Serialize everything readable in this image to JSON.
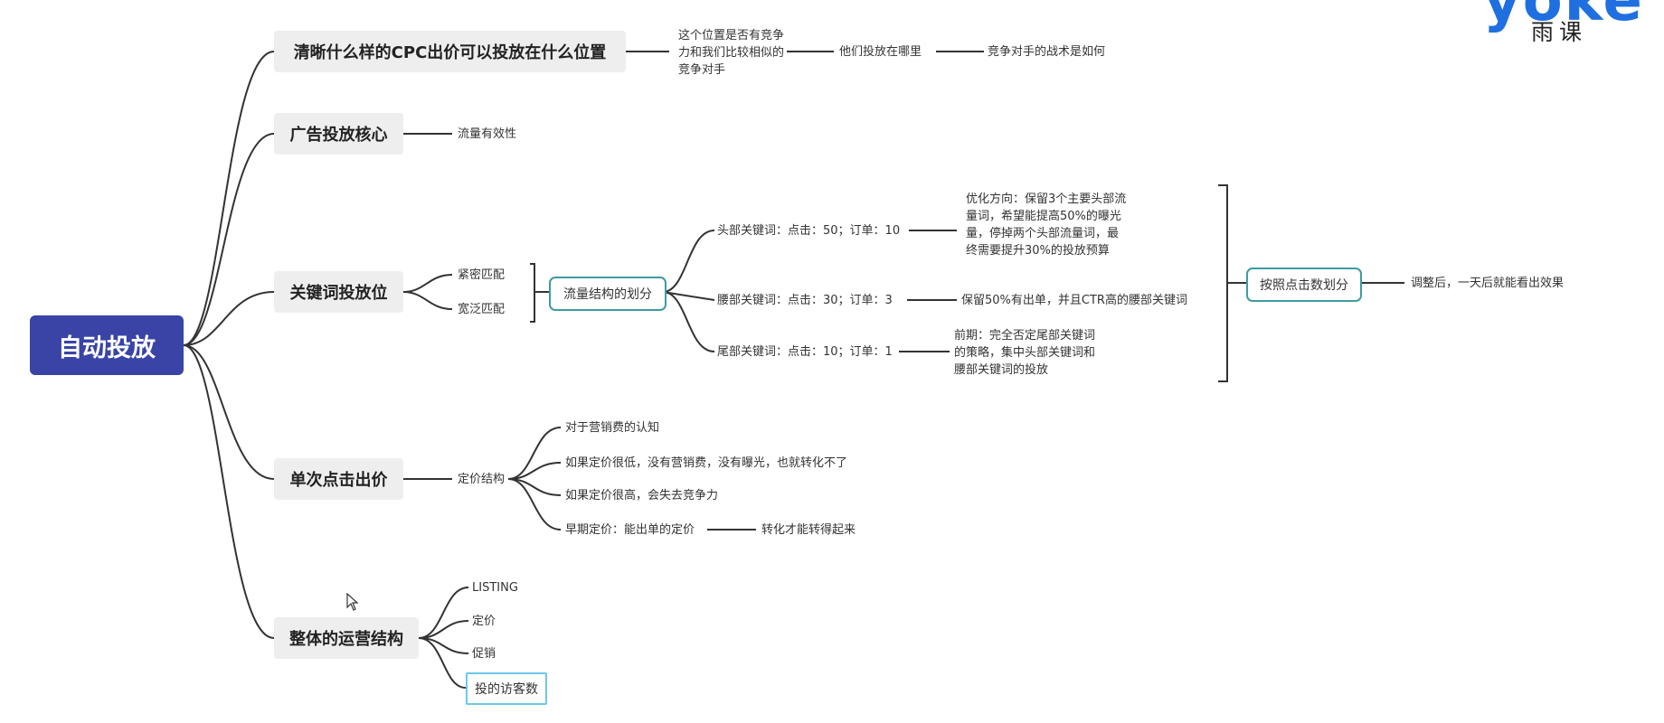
{
  "logo": {
    "brand": "yoke",
    "cn": "雨课"
  },
  "root": "自动投放",
  "branches": {
    "position": {
      "title": "清晰什么样的CPC出价可以投放在什么位置",
      "q1": "这个位置是否有竞争力和我们比较相似的竞争对手",
      "q2": "他们投放在哪里",
      "q3": "竞争对手的战术是如何"
    },
    "core": {
      "title": "广告投放核心",
      "leaf": "流量有效性"
    },
    "keyword": {
      "title": "关键词投放位",
      "match_exact": "紧密匹配",
      "match_broad": "宽泛匹配",
      "structure": "流量结构的划分",
      "head": "头部关键词：点击：50；订单：10",
      "head_note": "优化方向：保留3个主要头部流量词，希望能提高50%的曝光量，停掉两个头部流量词，最终需要提升30%的投放预算",
      "waist": "腰部关键词：点击：30；订单：3",
      "waist_note": "保留50%有出单，并且CTR高的腰部关键词",
      "tail": "尾部关键词：点击：10；订单：1",
      "tail_note": "前期：完全否定尾部关键词的策略，集中头部关键词和腰部关键词的投放",
      "by_clicks": "按照点击数划分",
      "result": "调整后，一天后就能看出效果"
    },
    "cpc": {
      "title": "单次点击出价",
      "pricing": "定价结构",
      "items": [
        "对于营销费的认知",
        "如果定价很低，没有营销费，没有曝光，也就转化不了",
        "如果定价很高，会失去竞争力",
        "早期定价：能出单的定价"
      ],
      "early_note": "转化才能转得起来"
    },
    "ops": {
      "title": "整体的运营结构",
      "items": [
        "LISTING",
        "定价",
        "促销",
        "投的访客数"
      ]
    }
  },
  "colors": {
    "root": "#3944a6",
    "teal": "#3e9ba1",
    "selected": "#6cc7e8",
    "line": "#333333"
  }
}
